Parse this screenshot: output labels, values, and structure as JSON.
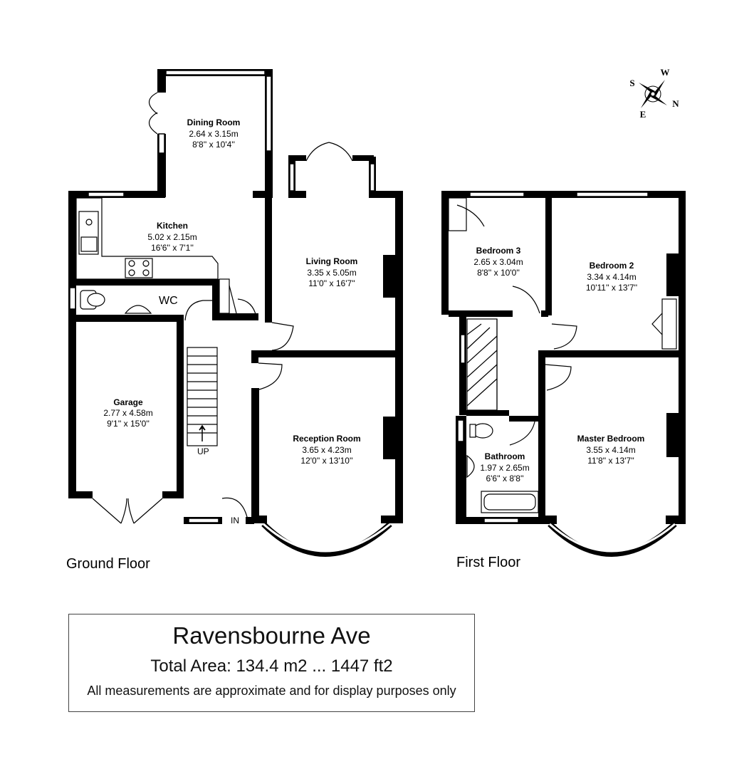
{
  "ground_floor": {
    "label": "Ground Floor",
    "rooms": {
      "dining": {
        "name": "Dining Room",
        "metric": "2.64 x 3.15m",
        "imperial": "8'8'' x 10'4''"
      },
      "kitchen": {
        "name": "Kitchen",
        "metric": "5.02 x 2.15m",
        "imperial": "16'6'' x 7'1''"
      },
      "living": {
        "name": "Living Room",
        "metric": "3.35 x 5.05m",
        "imperial": "11'0'' x 16'7''"
      },
      "garage": {
        "name": "Garage",
        "metric": "2.77 x 4.58m",
        "imperial": "9'1'' x 15'0''"
      },
      "reception": {
        "name": "Reception Room",
        "metric": "3.65 x 4.23m",
        "imperial": "12'0'' x 13'10''"
      }
    },
    "wc": "WC",
    "stairs_up": "UP",
    "entrance": "IN"
  },
  "first_floor": {
    "label": "First Floor",
    "rooms": {
      "bedroom3": {
        "name": "Bedroom 3",
        "metric": "2.65 x 3.04m",
        "imperial": "8'8'' x 10'0''"
      },
      "bedroom2": {
        "name": "Bedroom 2",
        "metric": "3.34 x 4.14m",
        "imperial": "10'11'' x 13'7''"
      },
      "bathroom": {
        "name": "Bathroom",
        "metric": "1.97 x 2.65m",
        "imperial": "6'6'' x 8'8''"
      },
      "master": {
        "name": "Master Bedroom",
        "metric": "3.55 x 4.14m",
        "imperial": "11'8'' x 13'7''"
      }
    }
  },
  "compass": {
    "n": "N",
    "s": "S",
    "e": "E",
    "w": "W"
  },
  "info": {
    "title": "Ravensbourne Ave",
    "area": "Total Area: 134.4 m2 ... 1447 ft2",
    "note": "All measurements are approximate and for display purposes only"
  }
}
